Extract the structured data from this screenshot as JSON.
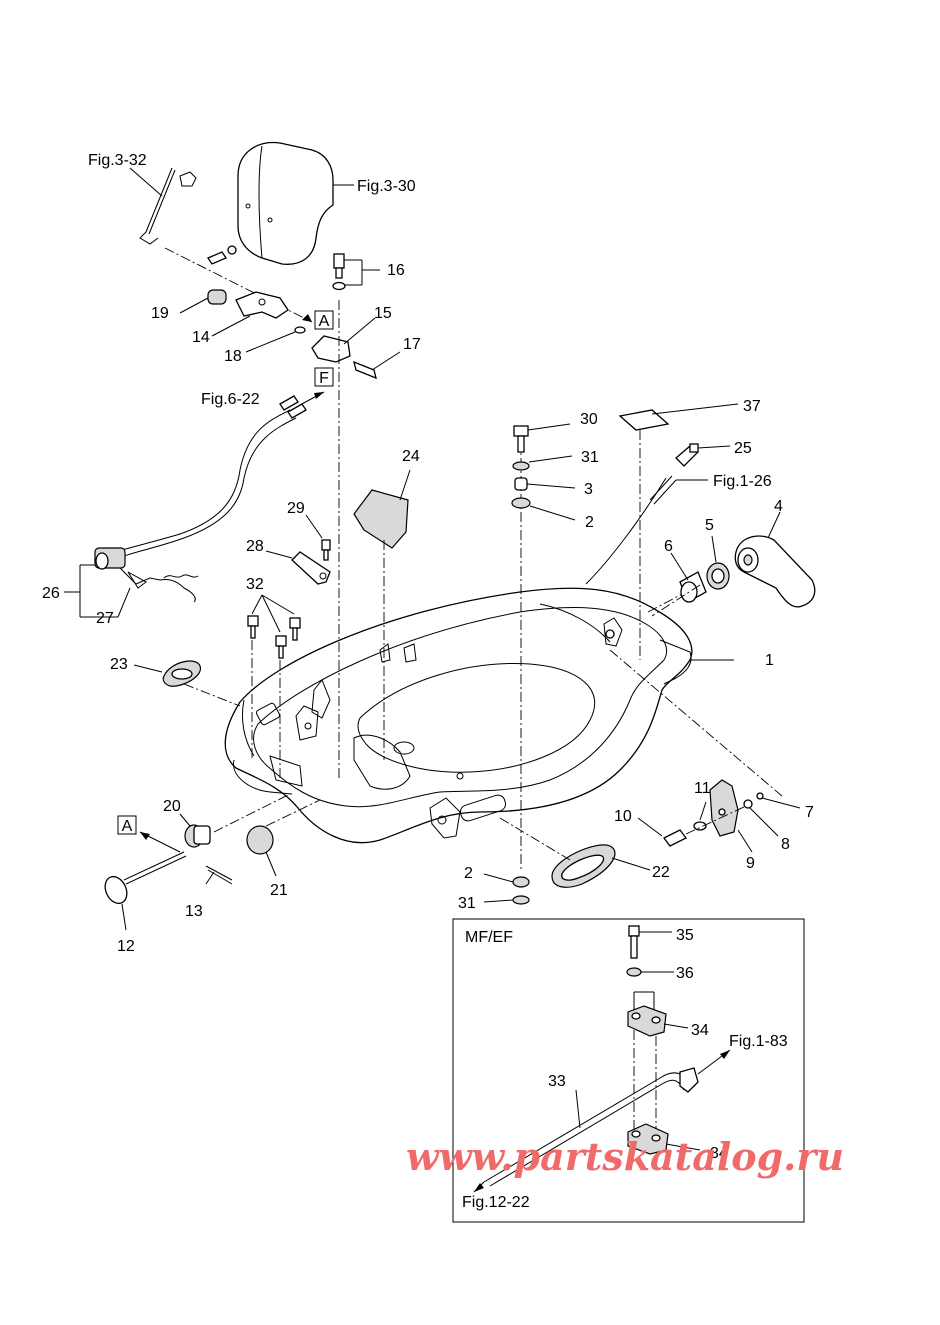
{
  "labels": {
    "p1": "1",
    "p2a": "2",
    "p2b": "2",
    "p3": "3",
    "p4": "4",
    "p5": "5",
    "p6": "6",
    "p7": "7",
    "p8": "8",
    "p9": "9",
    "p10": "10",
    "p11": "11",
    "p12": "12",
    "p13": "13",
    "p14": "14",
    "p15": "15",
    "p16": "16",
    "p17": "17",
    "p18": "18",
    "p19": "19",
    "p20": "20",
    "p21": "21",
    "p22": "22",
    "p23": "23",
    "p24": "24",
    "p25": "25",
    "p26": "26",
    "p27": "27",
    "p28": "28",
    "p29": "29",
    "p30": "30",
    "p31a": "31",
    "p31b": "31",
    "p32": "32",
    "p33": "33",
    "p34a": "34",
    "p34b": "34",
    "p35": "35",
    "p36": "36",
    "p37": "37"
  },
  "refs": {
    "fig_3_32": "Fig.3-32",
    "fig_3_30": "Fig.3-30",
    "fig_6_22": "Fig.6-22",
    "fig_1_26": "Fig.1-26",
    "fig_1_83": "Fig.1-83",
    "fig_12_22": "Fig.12-22"
  },
  "markers": {
    "a_top": "A",
    "f": "F",
    "a_bottom": "A"
  },
  "inset": {
    "title": "MF/EF"
  },
  "watermark": {
    "text": "www.partskatalog.ru",
    "color": "#f06a6a"
  }
}
